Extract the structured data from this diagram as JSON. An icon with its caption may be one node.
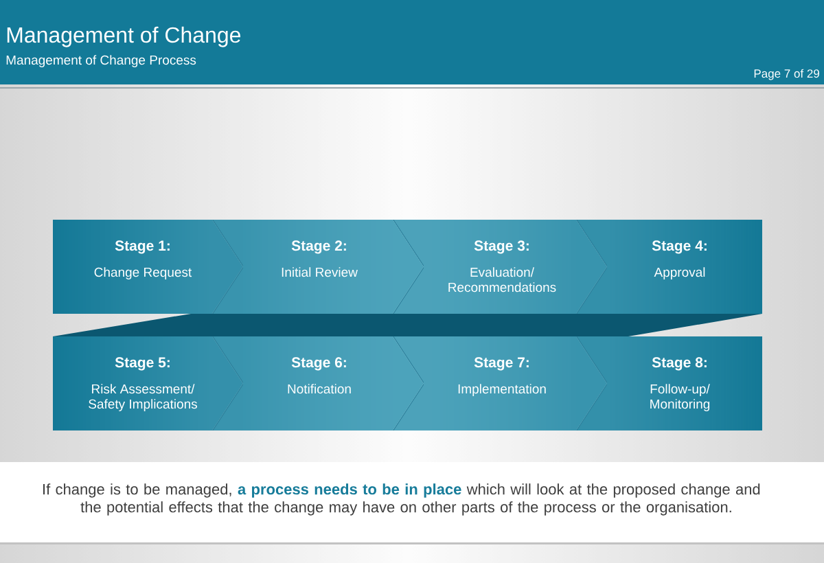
{
  "diagram": {
    "title": "Management of Change",
    "caption": "If change is to be managed, **a process needs to be in place** which will look at the proposed change and the potential effects that the change may have on other parts of the process or the organisation.",
    "nodes": [
      {
        "text": [
          "Stage 1:",
          "Change Request"
        ]
      },
      {
        "text": [
          "Stage 2:",
          "Initial Review"
        ]
      },
      {
        "text": [
          "Stage 3:",
          "Evaluation/ Recommendations"
        ]
      },
      {
        "text": [
          "Stage 4:",
          "Approval"
        ]
      },
      {
        "text": [
          "Stage 5:",
          "Risk Assessment/ Safety Implications"
        ]
      },
      {
        "text": [
          "Stage 6:",
          "Notification"
        ]
      },
      {
        "text": [
          "Stage 7:",
          "Implementation"
        ]
      },
      {
        "text": [
          "Stage 8:",
          "Follow-up/ Monitoring"
        ]
      }
    ],
    "edges": [
      {
        "from": 0,
        "to": 1,
        "arrow": "to"
      },
      {
        "from": 1,
        "to": 2,
        "arrow": "to"
      },
      {
        "from": 2,
        "to": 3,
        "arrow": "to"
      },
      {
        "from": 3,
        "to": 4,
        "arrow": "none",
        "color": "#0b5770"
      },
      {
        "from": 4,
        "to": 5,
        "arrow": "to"
      },
      {
        "from": 5,
        "to": 6,
        "arrow": "to"
      },
      {
        "from": 6,
        "to": 7,
        "arrow": "to"
      }
    ],
    "labels": [
      "Management of Change Process",
      "Page 7 of 29"
    ]
  }
}
